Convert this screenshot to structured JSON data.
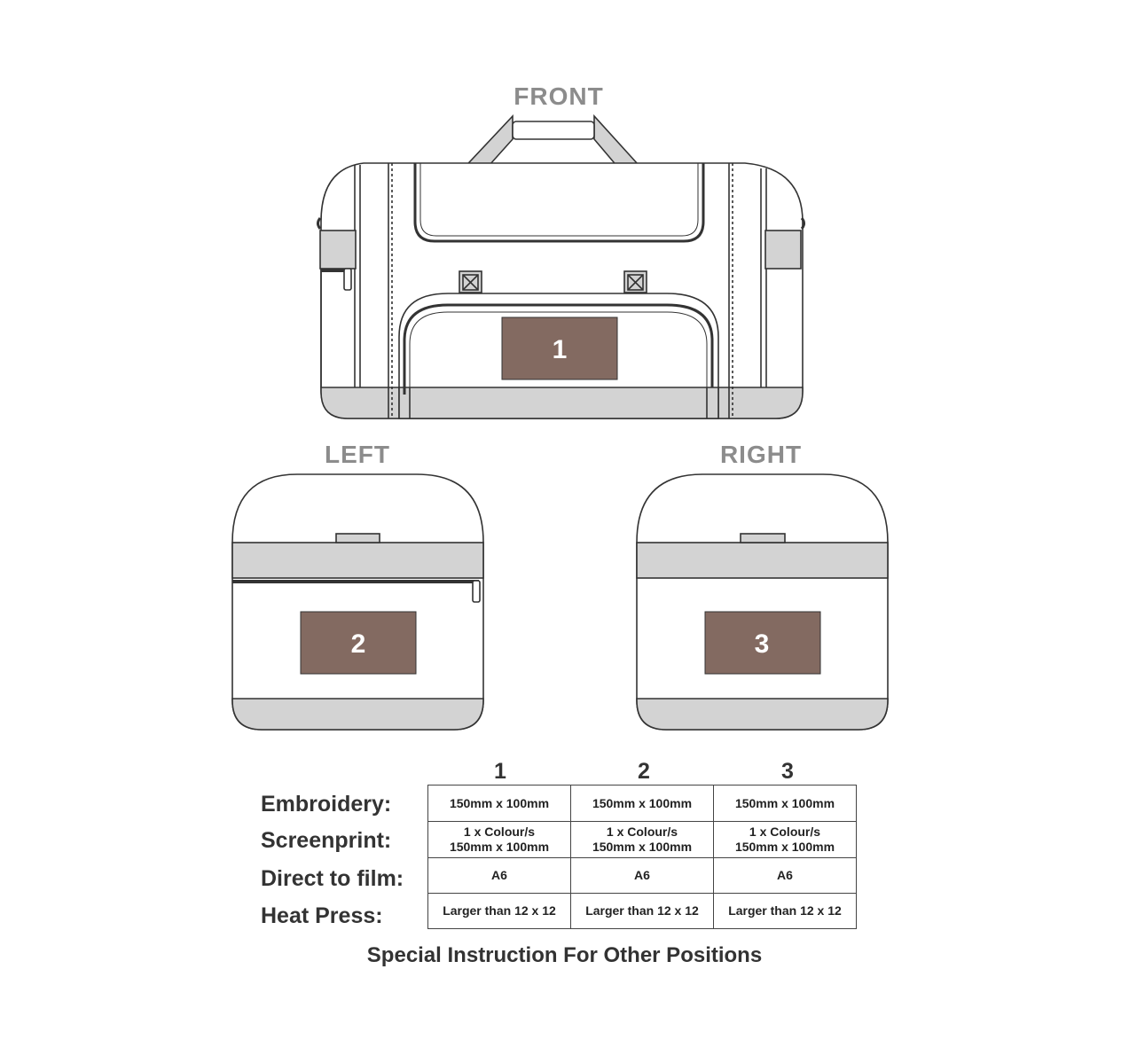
{
  "views": {
    "front": {
      "title": "FRONT",
      "area_label": "1"
    },
    "left": {
      "title": "LEFT",
      "area_label": "2"
    },
    "right": {
      "title": "RIGHT",
      "area_label": "3"
    }
  },
  "colors": {
    "print_area": "#836a61",
    "panel_grey": "#d3d3d3",
    "outline": "#333333",
    "title_grey": "#8c8c8c"
  },
  "spec_table": {
    "column_headers": [
      "1",
      "2",
      "3"
    ],
    "row_labels": [
      "Embroidery:",
      "Screenprint:",
      "Direct to film:",
      "Heat Press:"
    ],
    "rows": [
      {
        "c1": [
          "150mm x 100mm"
        ],
        "c2": [
          "150mm x 100mm"
        ],
        "c3": [
          "150mm x 100mm"
        ]
      },
      {
        "c1": [
          "1 x Colour/s",
          "150mm x 100mm"
        ],
        "c2": [
          "1 x Colour/s",
          "150mm x 100mm"
        ],
        "c3": [
          "1 x Colour/s",
          "150mm x 100mm"
        ]
      },
      {
        "c1": [
          "A6"
        ],
        "c2": [
          "A6"
        ],
        "c3": [
          "A6"
        ]
      },
      {
        "c1": [
          "Larger than 12 x 12"
        ],
        "c2": [
          "Larger than 12 x 12"
        ],
        "c3": [
          "Larger than 12 x 12"
        ]
      }
    ]
  },
  "footer_text": "Special Instruction For Other Positions"
}
